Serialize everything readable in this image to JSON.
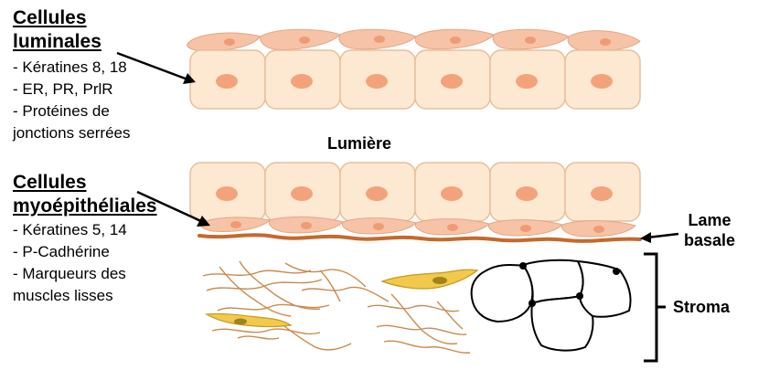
{
  "luminal": {
    "title_line1": "Cellules",
    "title_line2": "luminales",
    "items": [
      "- Kératines 8, 18",
      "- ER, PR, PrlR",
      "- Protéines de",
      "jonctions serrées"
    ]
  },
  "myo": {
    "title_line1": "Cellules",
    "title_line2": "myoépithéliales",
    "items": [
      "- Kératines 5, 14",
      "- P-Cadhérine",
      "- Marqueurs des",
      "muscles lisses"
    ]
  },
  "lumiere": "Lumière",
  "lame_line1": "Lame",
  "lame_line2": "basale",
  "stroma": "Stroma",
  "colors": {
    "cell_fill": "#fde8d2",
    "cell_stroke": "#e7bf9c",
    "nucleus": "#f2a37c",
    "flat_cell": "#f7c3a6",
    "basal_line": "#c5692d",
    "fibroblast": "#f2c94c",
    "fiber": "#c98a4e"
  }
}
